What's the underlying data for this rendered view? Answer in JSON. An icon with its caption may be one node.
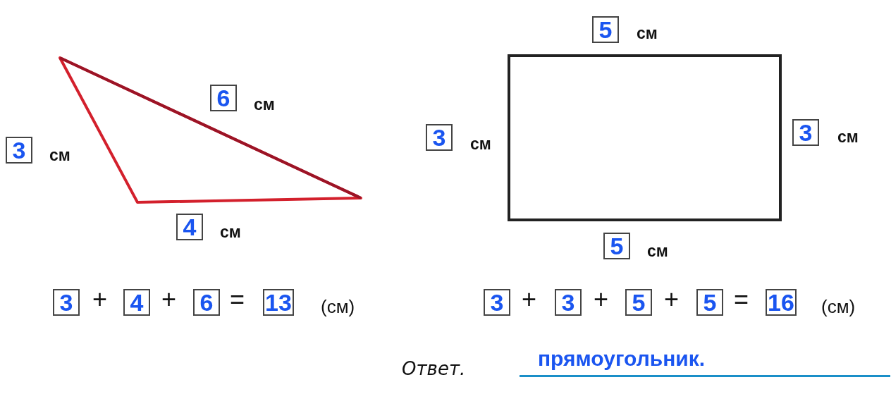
{
  "diagram": {
    "labels": [
      "6",
      "см",
      "3",
      "см",
      "4",
      "см",
      "5",
      "см",
      "3",
      "см",
      "3",
      "см",
      "5",
      "см",
      "3",
      "+",
      "4",
      "+",
      "6",
      "=",
      "13",
      "(см)",
      "3",
      "+",
      "3",
      "+",
      "5",
      "+",
      "5",
      "=",
      "16",
      "(см)",
      "Ответ.",
      "прямоугольник."
    ]
  }
}
